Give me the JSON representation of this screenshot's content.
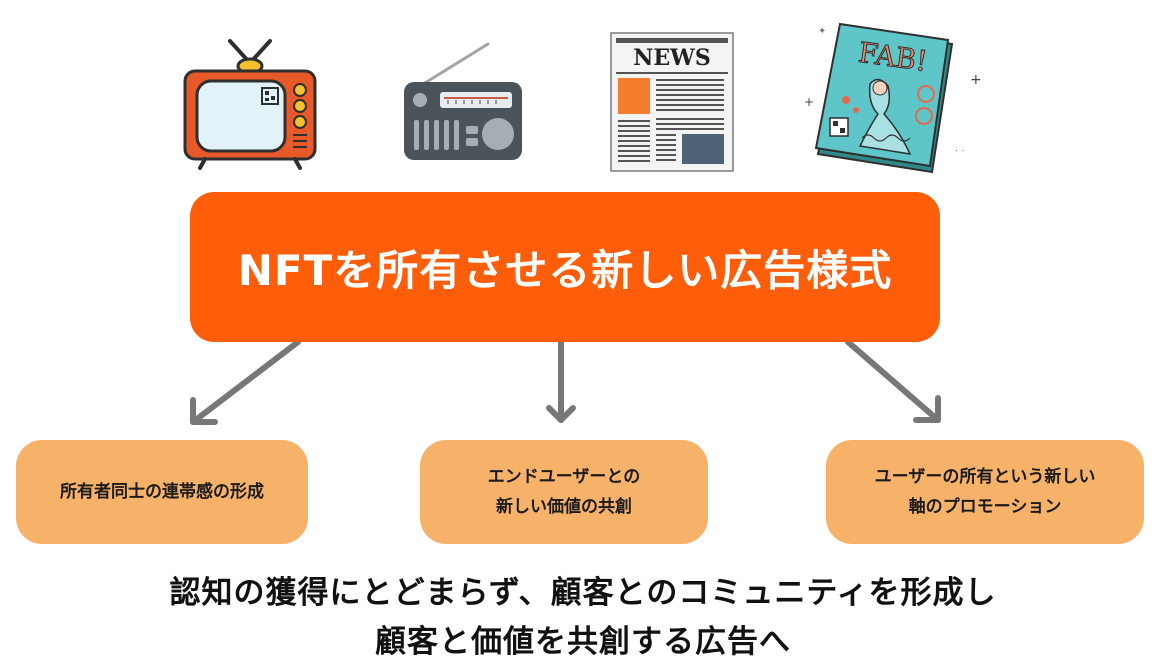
{
  "media": {
    "tv": "tv-icon",
    "radio": "radio-icon",
    "newspaper": {
      "icon": "newspaper-icon",
      "header": "NEWS"
    },
    "magazine": {
      "icon": "magazine-icon",
      "cover_title": "FAB!"
    }
  },
  "main": {
    "title": "NFTを所有させる新しい広告様式"
  },
  "benefits": [
    {
      "lines": [
        "所有者同士の連帯感の形成"
      ]
    },
    {
      "lines": [
        "エンドユーザーとの",
        "新しい価値の共創"
      ]
    },
    {
      "lines": [
        "ユーザーの所有という新しい",
        "軸のプロモーション"
      ]
    }
  ],
  "conclusion": {
    "line1": "認知の獲得にとどまらず、顧客とのコミュニティを形成し",
    "line2": "顧客と価値を共創する広告へ"
  },
  "colors": {
    "main_box": "#fe5d09",
    "sub_box": "#f7b26a",
    "arrow": "#767875"
  }
}
